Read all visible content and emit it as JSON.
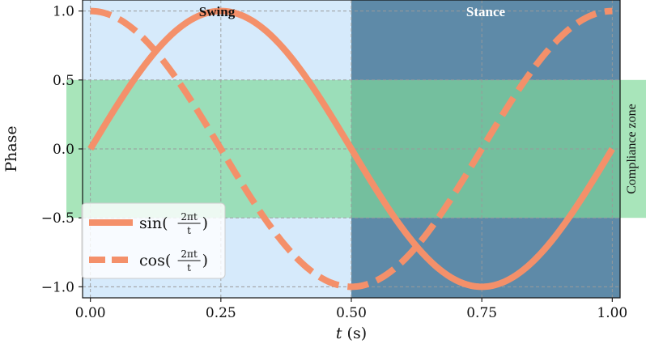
{
  "chart_data": {
    "type": "line",
    "ylabel": "Phase",
    "xlabel_var": "t",
    "xlabel_unit": "(s)",
    "xlim": [
      -0.015,
      1.015
    ],
    "ylim": [
      -1.08,
      1.08
    ],
    "x_ticks": [
      0.0,
      0.25,
      0.5,
      0.75,
      1.0
    ],
    "x_tick_labels": [
      "0.00",
      "0.25",
      "0.50",
      "0.75",
      "1.00"
    ],
    "y_ticks": [
      1.0,
      0.5,
      0.0,
      -0.5,
      -1.0
    ],
    "y_tick_labels": [
      "1.0",
      "0.5",
      "0.0",
      "−0.5",
      "−1.0"
    ],
    "grid": true,
    "legend_position": "lower-left",
    "line_color": "#f4906a",
    "series": [
      {
        "name": "sin(2πt/t)",
        "name_prefix": "sin(",
        "frac_num": "2πt",
        "frac_den": "t",
        "name_suffix": ")",
        "style": "solid",
        "function": "sin",
        "x": [
          0.0,
          0.0625,
          0.125,
          0.1875,
          0.25,
          0.3125,
          0.375,
          0.4375,
          0.5,
          0.5625,
          0.625,
          0.6875,
          0.75,
          0.8125,
          0.875,
          0.9375,
          1.0
        ],
        "values": [
          0.0,
          0.383,
          0.707,
          0.924,
          1.0,
          0.924,
          0.707,
          0.383,
          0.0,
          -0.383,
          -0.707,
          -0.924,
          -1.0,
          -0.924,
          -0.707,
          -0.383,
          0.0
        ]
      },
      {
        "name": "cos(2πt/t)",
        "name_prefix": "cos(",
        "frac_num": "2πt",
        "frac_den": "t",
        "name_suffix": ")",
        "style": "dashed",
        "function": "cos",
        "x": [
          0.0,
          0.0625,
          0.125,
          0.1875,
          0.25,
          0.3125,
          0.375,
          0.4375,
          0.5,
          0.5625,
          0.625,
          0.6875,
          0.75,
          0.8125,
          0.875,
          0.9375,
          1.0
        ],
        "values": [
          1.0,
          0.924,
          0.707,
          0.383,
          0.0,
          -0.383,
          -0.707,
          -0.924,
          -1.0,
          -0.924,
          -0.707,
          -0.383,
          0.0,
          0.383,
          0.707,
          0.924,
          1.0
        ]
      }
    ],
    "regions": [
      {
        "label": "Swing",
        "x_start": -0.015,
        "x_end": 0.5,
        "color": "#d6eafb",
        "label_color": "#111111"
      },
      {
        "label": "Stance",
        "x_start": 0.5,
        "x_end": 1.015,
        "color": "#5e8aa8",
        "label_color": "#ffffff"
      }
    ],
    "band": {
      "label": "Compliance zone",
      "y_start": -0.5,
      "y_end": 0.5,
      "color": "#7fd99a",
      "opacity": 0.68
    }
  }
}
